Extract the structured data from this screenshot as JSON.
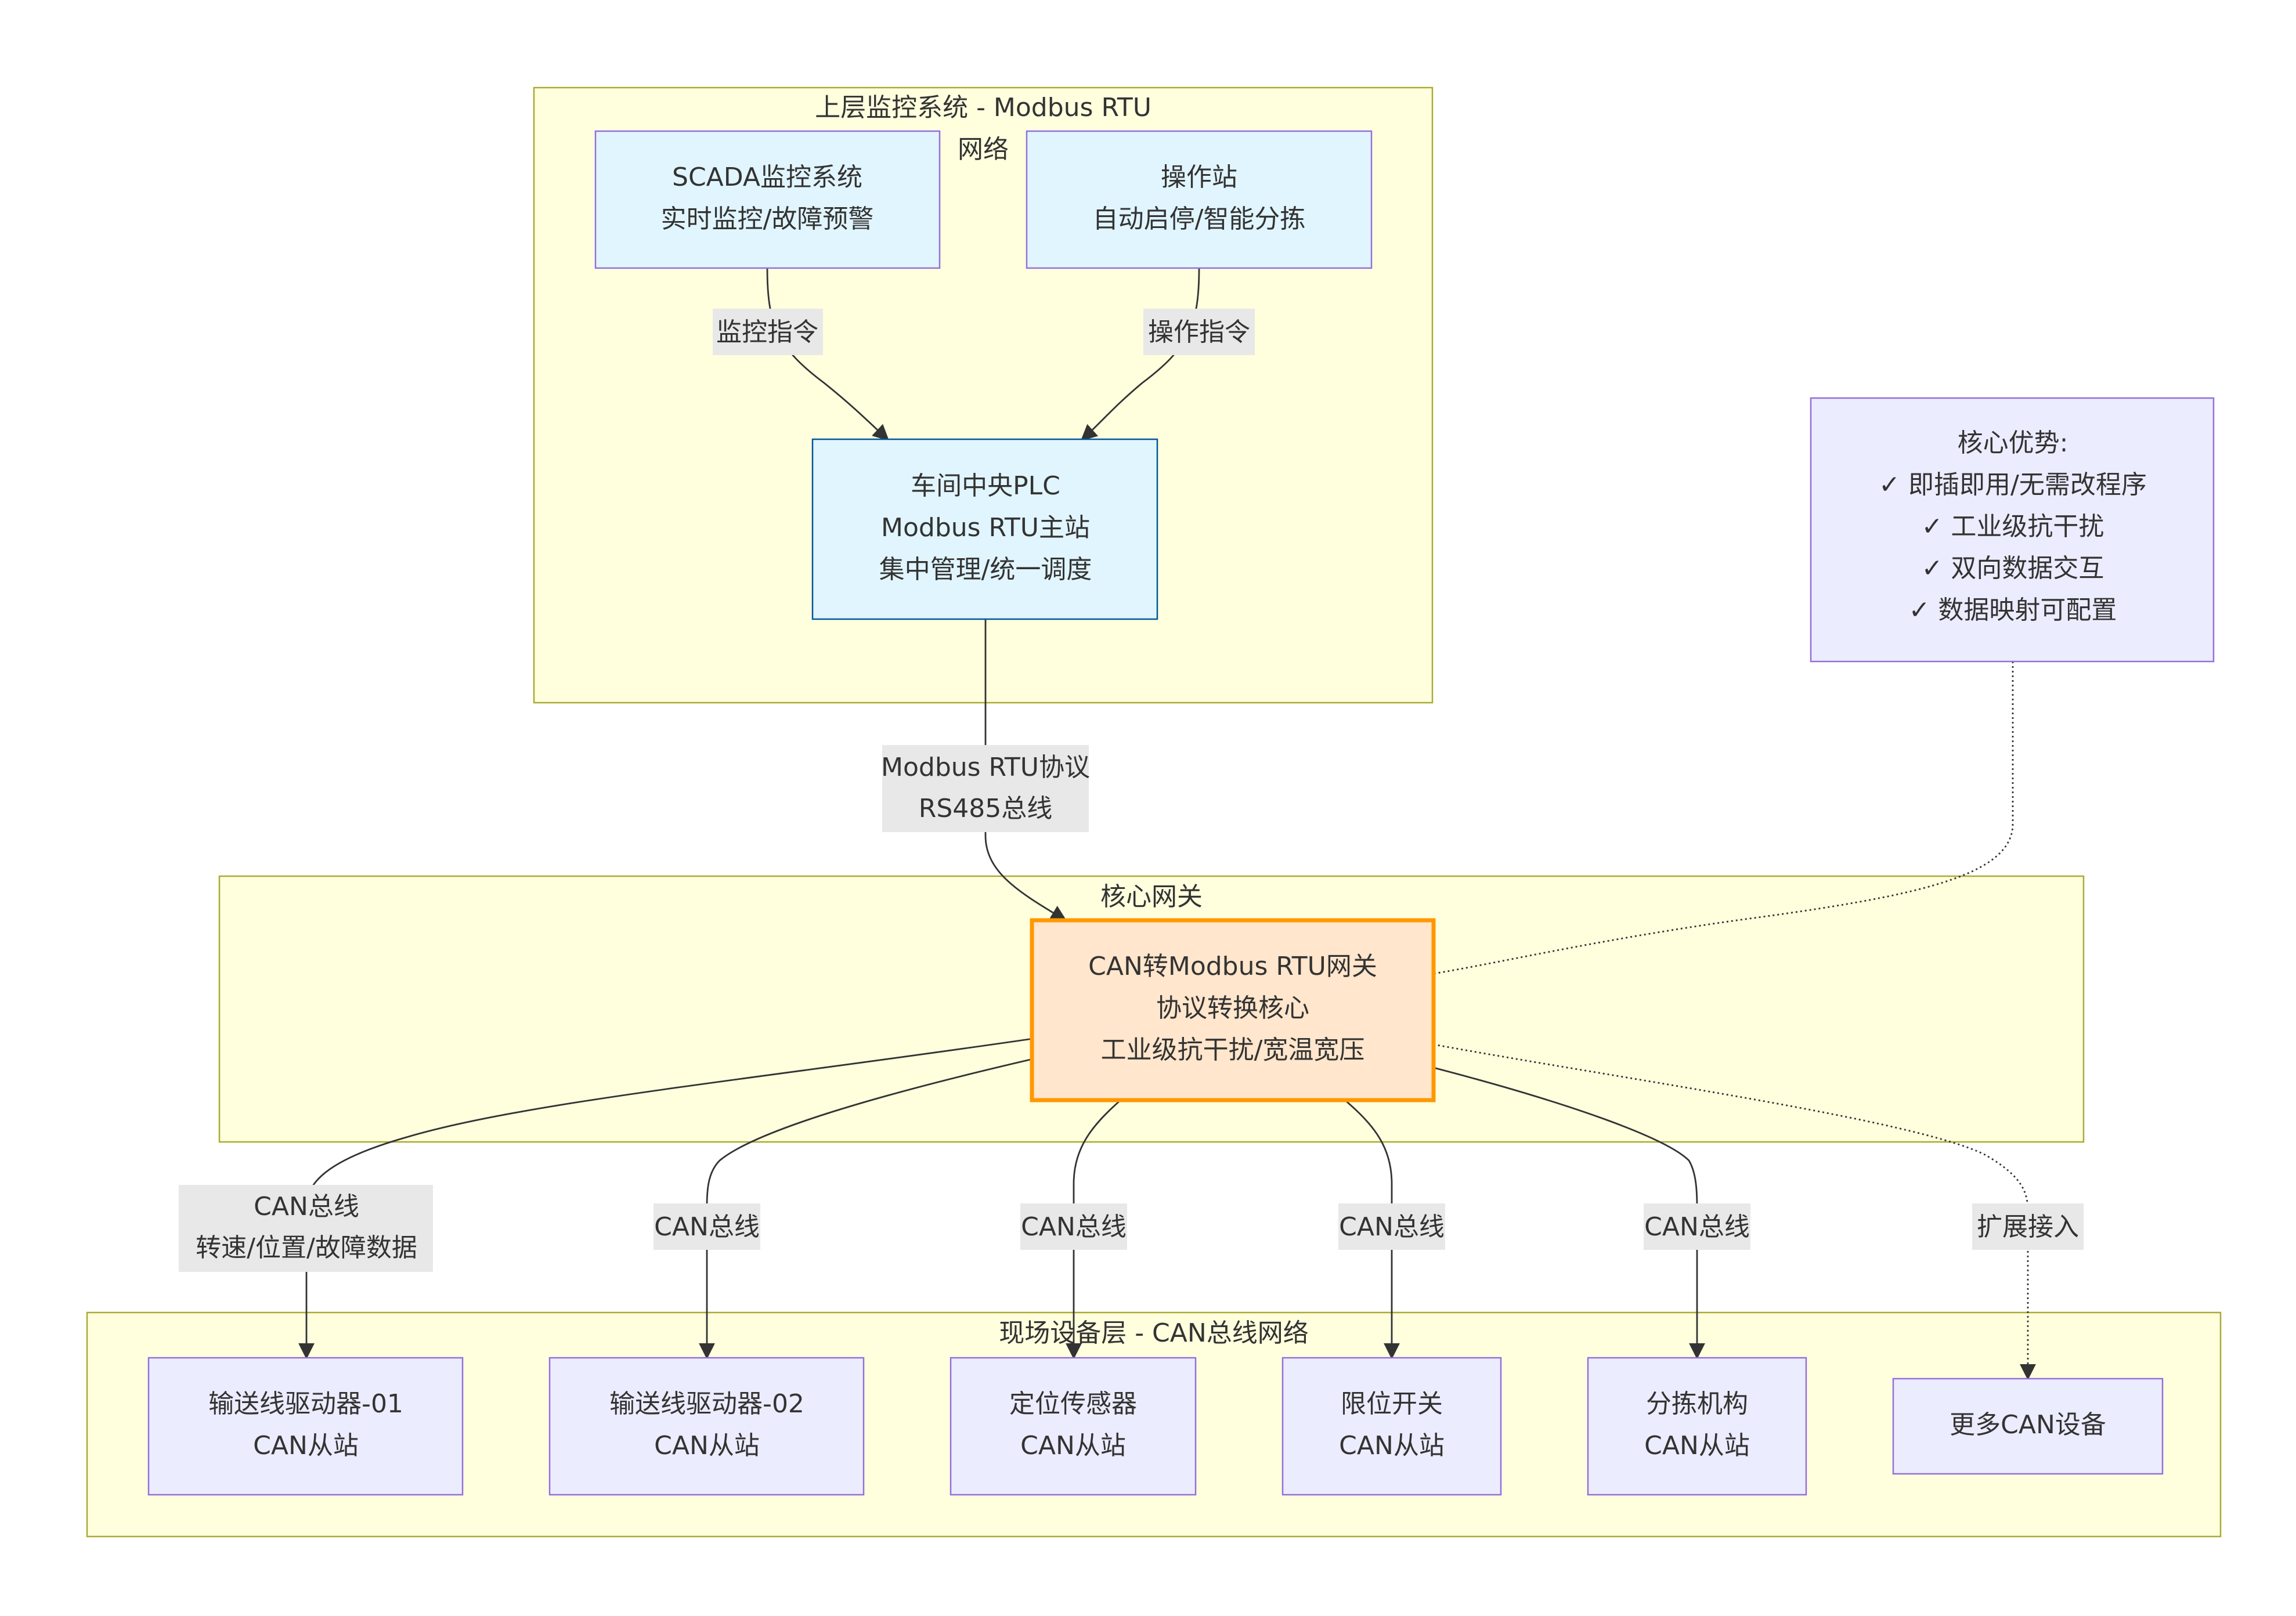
{
  "clusters": {
    "top_title_line1": "上层监控系统 - Modbus RTU",
    "top_title_line2": "网络",
    "gateway_title": "核心网关",
    "field_title": "现场设备层 - CAN总线网络"
  },
  "nodes": {
    "scada": [
      "SCADA监控系统",
      "实时监控/故障预警"
    ],
    "operator": [
      "操作站",
      "自动启停/智能分拣"
    ],
    "plc": [
      "车间中央PLC",
      "Modbus RTU主站",
      "集中管理/统一调度"
    ],
    "advantages": [
      "核心优势:",
      "✓ 即插即用/无需改程序",
      "✓ 工业级抗干扰",
      "✓ 双向数据交互",
      "✓ 数据映射可配置"
    ],
    "gateway": [
      "CAN转Modbus RTU网关",
      "协议转换核心",
      "工业级抗干扰/宽温宽压"
    ],
    "conveyor1": [
      "输送线驱动器-01",
      "CAN从站"
    ],
    "conveyor2": [
      "输送线驱动器-02",
      "CAN从站"
    ],
    "position_sensor": [
      "定位传感器",
      "CAN从站"
    ],
    "limit_switch": [
      "限位开关",
      "CAN从站"
    ],
    "sorter": [
      "分拣机构",
      "CAN从站"
    ],
    "more_devices": [
      "更多CAN设备"
    ]
  },
  "edges": {
    "monitor_cmd": "监控指令",
    "operate_cmd": "操作指令",
    "modbus_line1": "Modbus RTU协议",
    "modbus_line2": "RS485总线",
    "can_conveyor1_line1": "CAN总线",
    "can_conveyor1_line2": "转速/位置/故障数据",
    "can_conveyor2": "CAN总线",
    "can_sensor": "CAN总线",
    "can_limit": "CAN总线",
    "can_sorter": "CAN总线",
    "expand": "扩展接入"
  },
  "colors": {
    "cluster_fill": "#ffffde",
    "cluster_stroke": "#aaaa33",
    "node_fill": "#ececff",
    "node_stroke": "#9370db",
    "blue_fill": "#e1f5fe",
    "blue_stroke": "#01579b",
    "gateway_fill": "#ffe6cc",
    "gateway_stroke": "#ff9800"
  }
}
